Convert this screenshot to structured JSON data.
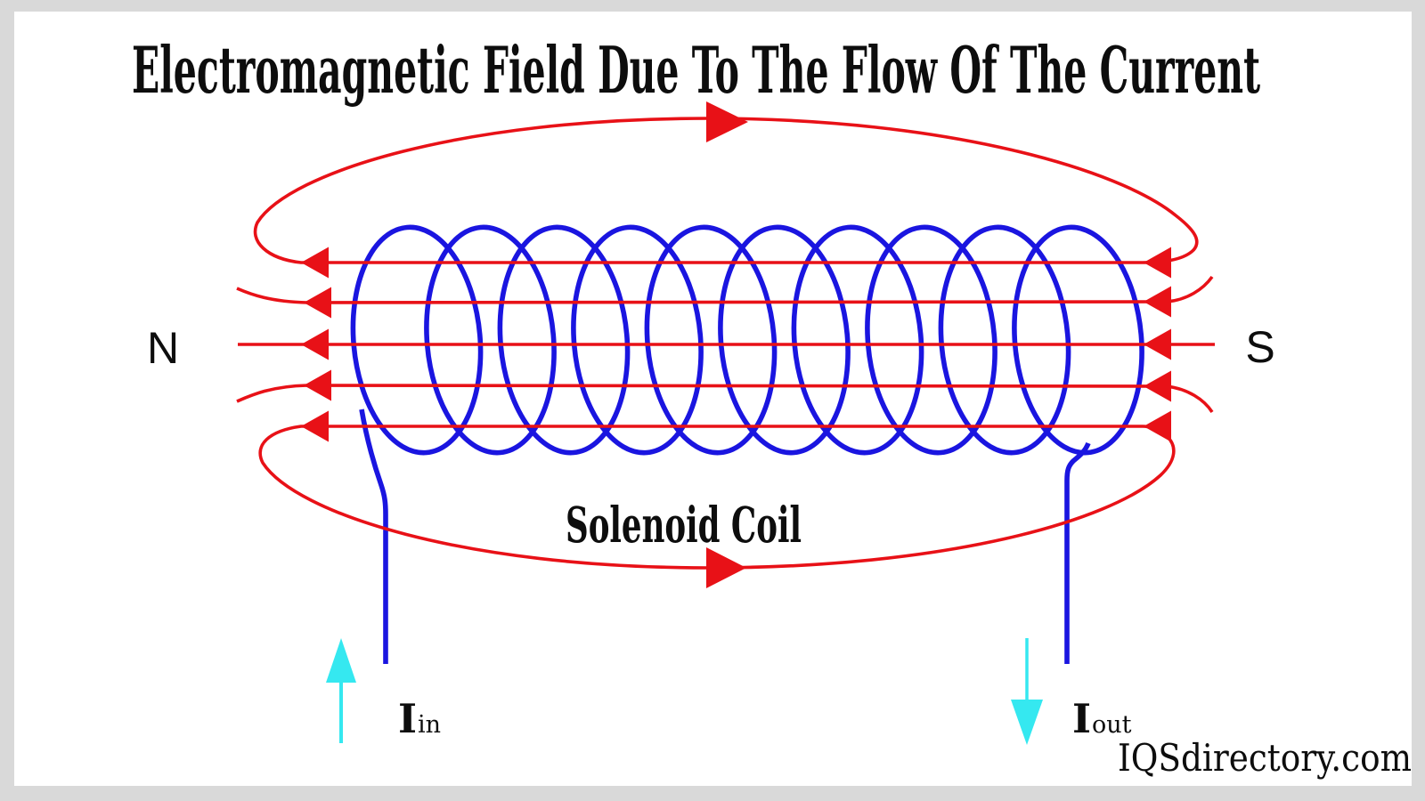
{
  "title": "Electromagnetic Field Due To The Flow Of The Current",
  "labels": {
    "north_pole": "N",
    "south_pole": "S",
    "coil_caption": "Solenoid Coil",
    "current_in_symbol": "I",
    "current_in_sub": "in",
    "current_out_symbol": "I",
    "current_out_sub": "out",
    "watermark": "IQSdirectory.com"
  },
  "colors": {
    "field_line_red": "#e81117",
    "coil_blue": "#1a15e0",
    "current_arrow_cyan": "#35e8f0",
    "text_black": "#0d0d0d",
    "border_gray": "#d9d9d9",
    "canvas_white": "#ffffff"
  },
  "diagram": {
    "coil_turns": 10,
    "field_line_count": 5,
    "field_direction_inside": "right-to-left (toward N)",
    "outer_loop_direction": "left-to-right (N around to S)"
  }
}
